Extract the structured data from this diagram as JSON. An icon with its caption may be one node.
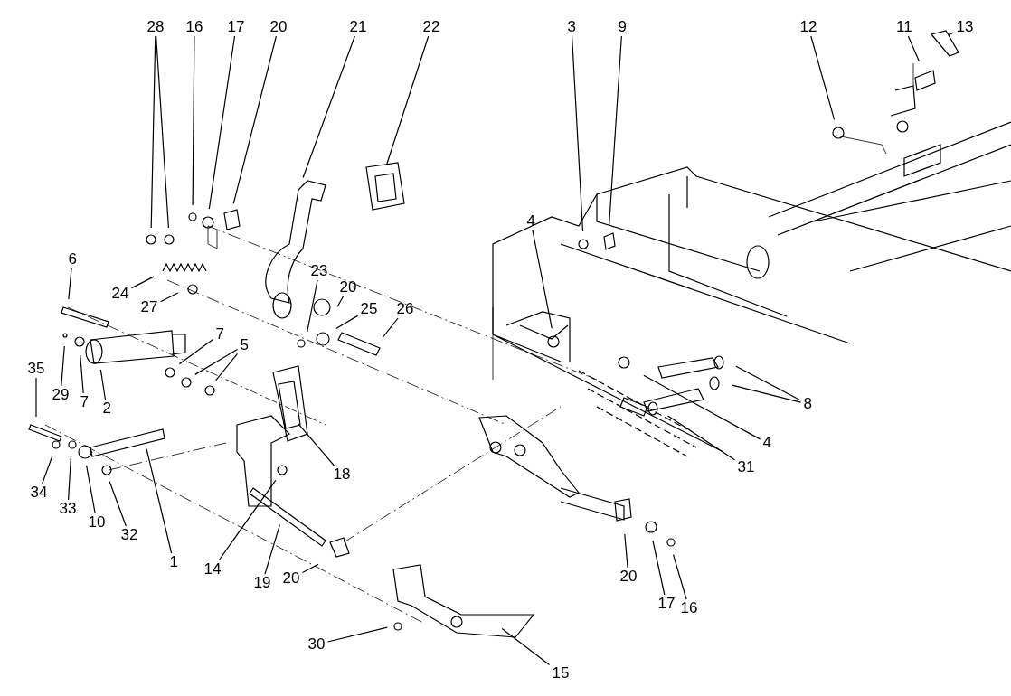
{
  "diagram": {
    "nodes": [
      {
        "text": [
          "28"
        ]
      },
      {
        "text": [
          "16"
        ]
      },
      {
        "text": [
          "17"
        ]
      },
      {
        "text": [
          "20"
        ]
      },
      {
        "text": [
          "21"
        ]
      },
      {
        "text": [
          "22"
        ]
      },
      {
        "text": [
          "3"
        ]
      },
      {
        "text": [
          "9"
        ]
      },
      {
        "text": [
          "12"
        ]
      },
      {
        "text": [
          "11"
        ]
      },
      {
        "text": [
          "13"
        ]
      },
      {
        "text": [
          "4"
        ]
      },
      {
        "text": [
          "6"
        ]
      },
      {
        "text": [
          "24"
        ]
      },
      {
        "text": [
          "23"
        ]
      },
      {
        "text": [
          "20"
        ]
      },
      {
        "text": [
          "27"
        ]
      },
      {
        "text": [
          "25"
        ]
      },
      {
        "text": [
          "26"
        ]
      },
      {
        "text": [
          "35"
        ]
      },
      {
        "text": [
          "7"
        ]
      },
      {
        "text": [
          "5"
        ]
      },
      {
        "text": [
          "8"
        ]
      },
      {
        "text": [
          "29"
        ]
      },
      {
        "text": [
          "7"
        ]
      },
      {
        "text": [
          "2"
        ]
      },
      {
        "text": [
          "4"
        ]
      },
      {
        "text": [
          "18"
        ]
      },
      {
        "text": [
          "31"
        ]
      },
      {
        "text": [
          "34"
        ]
      },
      {
        "text": [
          "33"
        ]
      },
      {
        "text": [
          "10"
        ]
      },
      {
        "text": [
          "32"
        ]
      },
      {
        "text": [
          "1"
        ]
      },
      {
        "text": [
          "14"
        ]
      },
      {
        "text": [
          "19"
        ]
      },
      {
        "text": [
          "20"
        ]
      },
      {
        "text": [
          "20"
        ]
      },
      {
        "text": [
          "17"
        ]
      },
      {
        "text": [
          "16"
        ]
      },
      {
        "text": [
          "30"
        ]
      },
      {
        "text": [
          "15"
        ]
      }
    ],
    "edges": [
      {
        "from": 0,
        "to": null,
        "arrow": "none"
      },
      {
        "from": 0,
        "to": null,
        "arrow": "none"
      },
      {
        "from": 1,
        "to": null,
        "arrow": "none"
      },
      {
        "from": 2,
        "to": null,
        "arrow": "none"
      },
      {
        "from": 3,
        "to": null,
        "arrow": "none"
      },
      {
        "from": 4,
        "to": null,
        "arrow": "none"
      },
      {
        "from": 5,
        "to": null,
        "arrow": "none"
      },
      {
        "from": 6,
        "to": null,
        "arrow": "none"
      },
      {
        "from": 7,
        "to": null,
        "arrow": "none"
      },
      {
        "from": 8,
        "to": null,
        "arrow": "none"
      },
      {
        "from": 9,
        "to": null,
        "arrow": "none"
      },
      {
        "from": 10,
        "to": null,
        "arrow": "none"
      },
      {
        "from": 11,
        "to": null,
        "arrow": "none"
      },
      {
        "from": 12,
        "to": null,
        "arrow": "none"
      },
      {
        "from": 13,
        "to": null,
        "arrow": "none"
      },
      {
        "from": 14,
        "to": null,
        "arrow": "none"
      },
      {
        "from": 15,
        "to": null,
        "arrow": "none"
      },
      {
        "from": 16,
        "to": null,
        "arrow": "none"
      },
      {
        "from": 17,
        "to": null,
        "arrow": "none"
      },
      {
        "from": 18,
        "to": null,
        "arrow": "none"
      },
      {
        "from": 19,
        "to": null,
        "arrow": "none"
      },
      {
        "from": 20,
        "to": null,
        "arrow": "none"
      },
      {
        "from": 21,
        "to": null,
        "arrow": "none"
      },
      {
        "from": 21,
        "to": null,
        "arrow": "none"
      },
      {
        "from": 22,
        "to": null,
        "arrow": "none"
      },
      {
        "from": 22,
        "to": null,
        "arrow": "none"
      },
      {
        "from": 23,
        "to": null,
        "arrow": "none"
      },
      {
        "from": 24,
        "to": null,
        "arrow": "none"
      },
      {
        "from": 25,
        "to": null,
        "arrow": "none"
      },
      {
        "from": 26,
        "to": null,
        "arrow": "none"
      },
      {
        "from": 27,
        "to": null,
        "arrow": "none"
      },
      {
        "from": 28,
        "to": null,
        "arrow": "none"
      },
      {
        "from": 29,
        "to": null,
        "arrow": "none"
      },
      {
        "from": 30,
        "to": null,
        "arrow": "none"
      },
      {
        "from": 31,
        "to": null,
        "arrow": "none"
      },
      {
        "from": 32,
        "to": null,
        "arrow": "none"
      },
      {
        "from": 33,
        "to": null,
        "arrow": "none"
      },
      {
        "from": 34,
        "to": null,
        "arrow": "none"
      },
      {
        "from": 35,
        "to": null,
        "arrow": "none"
      },
      {
        "from": 36,
        "to": null,
        "arrow": "none"
      },
      {
        "from": 37,
        "to": null,
        "arrow": "none"
      },
      {
        "from": 38,
        "to": null,
        "arrow": "none"
      },
      {
        "from": 39,
        "to": null,
        "arrow": "none"
      },
      {
        "from": 40,
        "to": null,
        "arrow": "none"
      },
      {
        "from": 41,
        "to": null,
        "arrow": "none"
      }
    ]
  }
}
